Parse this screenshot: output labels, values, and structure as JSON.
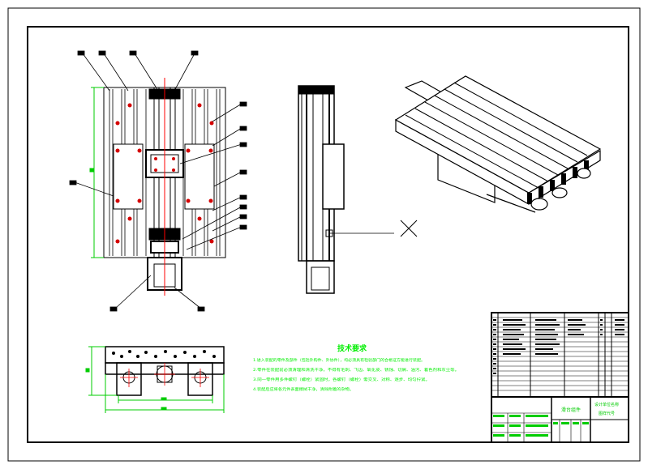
{
  "sheet": {
    "background": "#ffffff",
    "line_color": "#000000",
    "dimension_color": "#00cc00",
    "note_color": "#00ee00",
    "centerline_color": "#ff0000",
    "hole_color": "#d40000"
  },
  "technical_requirements": {
    "title": "技术要求",
    "lines": [
      "1.进入装配的零件及部件（包括外购件、外协件），均必须具有检验部门的合格证方能进行装配。",
      "2.零件在装配前必须清理和清洗干净，不得有毛刺、飞边、氧化皮、锈蚀、切屑、油污、着色剂和灰尘等。",
      "3.同一零件用多件螺钉（螺栓）紧固时，各螺钉（螺栓）需交叉、对称、逐步、均匀拧紧。",
      "4.装配后应将各元件表面擦拭干净，清除附着的杂物。"
    ]
  },
  "title_block": {
    "title_cell": "滑台组件",
    "company_cell": "设计单位名称",
    "drawing_no_cell": "图样代号"
  },
  "icons": {
    "cross_marker": "cross-mark-icon"
  }
}
